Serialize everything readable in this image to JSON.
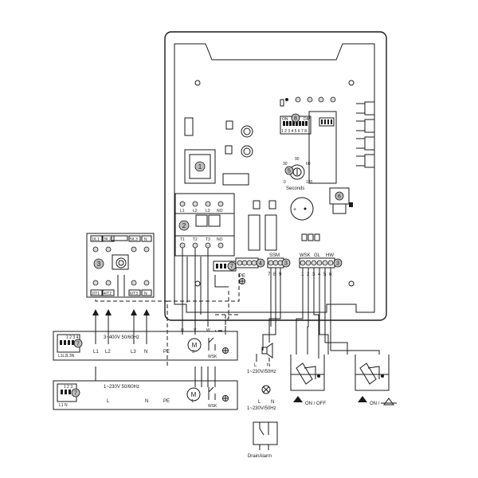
{
  "badges": {
    "transformer": "1",
    "contactor": "2",
    "main_switch": "3",
    "terminal_power": "4",
    "terminal_ssm": "3",
    "potentiometer": "5",
    "buzzer": "6",
    "cable_3ph": "7",
    "cable_1ph": "7",
    "dip_switch": "8"
  },
  "dip": {
    "on_label": "ON",
    "dip_label": "DIP",
    "numbers": "1 2 3 4 5 6 7 8"
  },
  "timer": {
    "label": "Seconds",
    "min": "0",
    "mid": "60",
    "max": "120",
    "top": "90",
    "left": "30"
  },
  "main_switch": {
    "top_labels": [
      "1/L1",
      "3/L2",
      "5/L3",
      "N"
    ],
    "bottom_labels": [
      "2/T1",
      "4/T2",
      "6/T3",
      "N"
    ]
  },
  "contactor": {
    "top_labels": [
      "L1",
      "L2",
      "L3",
      "NO"
    ],
    "bottom_labels": [
      "T1",
      "T2",
      "T3",
      "NO"
    ]
  },
  "terminals": {
    "pe": "PE",
    "ssm": "SSM",
    "ssm_pins": [
      "7",
      "8",
      "9"
    ],
    "wsk": "WSK",
    "gl": "GL",
    "hw": "HW",
    "signal_pins": [
      "1",
      "2",
      "3",
      "4",
      "5",
      "6"
    ]
  },
  "supply_3ph": {
    "rating": "3~400V 50/60Hz",
    "labels": [
      "L1",
      "L2",
      "L3",
      "N",
      "PE"
    ],
    "cable_pins": "1 2 3 4",
    "cable_sub": "L1L2L3N"
  },
  "supply_1ph": {
    "rating": "1~230V 50/60Hz",
    "labels": [
      "L",
      "N",
      "PE"
    ],
    "cable_pins": "1 2 3",
    "cable_sub": "L1    N"
  },
  "motor": {
    "symbol": "M",
    "sub_3ph": "3~",
    "sub_1ph": "1~",
    "uvw": [
      "U",
      "V",
      "W"
    ],
    "wsk": "WSK"
  },
  "alarm_horn": {
    "labels": [
      "L",
      "N"
    ],
    "rating": "1~230V/50Hz"
  },
  "alarm_lamp": {
    "labels": [
      "L",
      "N"
    ],
    "rating": "1~230V/50Hz"
  },
  "drain_alarm": {
    "label": "DrainAlarm"
  },
  "float_switches": [
    {
      "label": "ON / OFF"
    },
    {
      "label": "ON /"
    }
  ]
}
